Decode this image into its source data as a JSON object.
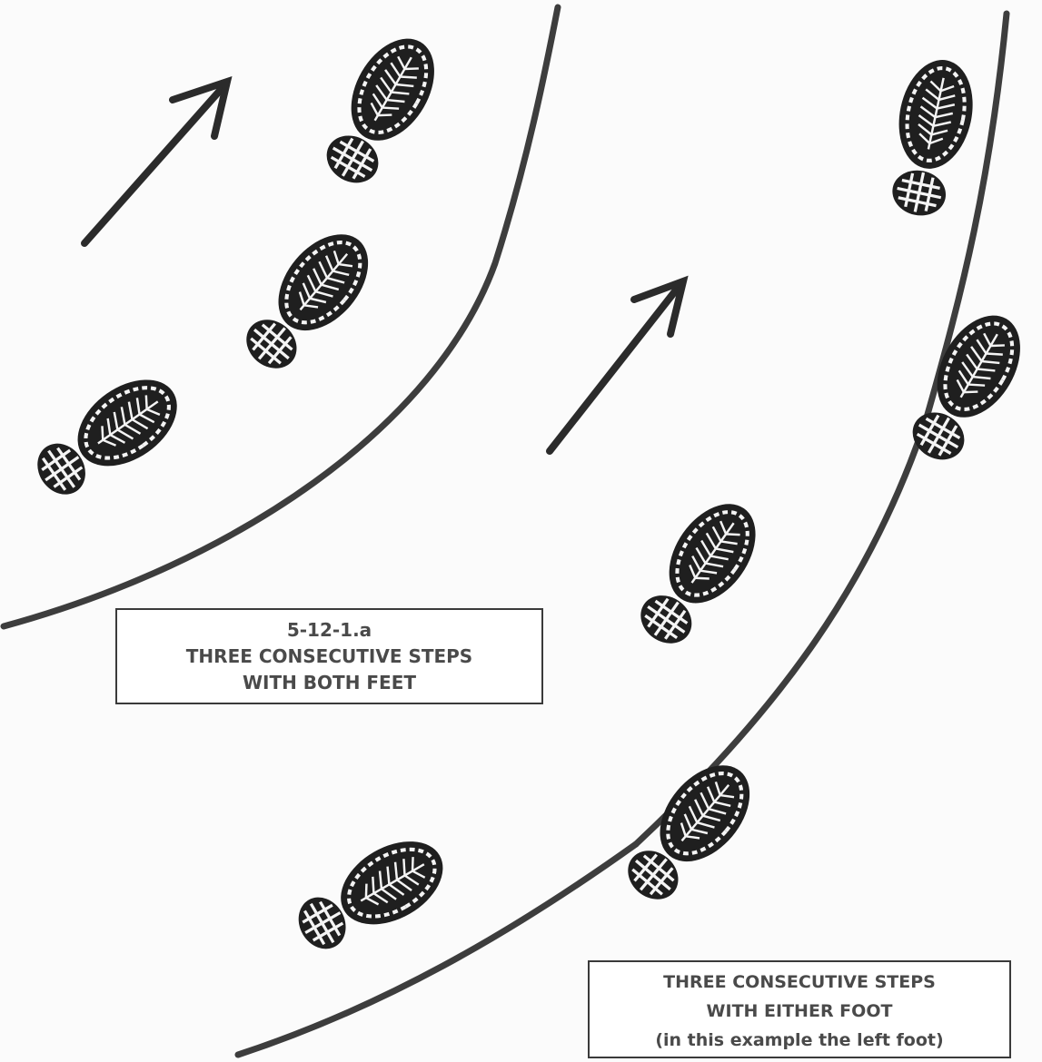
{
  "figure": {
    "caption_a": {
      "lines": [
        "5-12-1.a",
        "THREE CONSECUTIVE STEPS",
        "WITH BOTH FEET"
      ]
    },
    "caption_b": {
      "lines": [
        "THREE CONSECUTIVE STEPS",
        "WITH EITHER FOOT",
        "(in this example the left foot)"
      ]
    },
    "colors": {
      "ink": "#2e2e2e",
      "tread": "#1f1f1f",
      "paper": "#fbfbfb"
    },
    "icons": [
      "arrow-icon",
      "footprint-icon",
      "track-line"
    ]
  }
}
